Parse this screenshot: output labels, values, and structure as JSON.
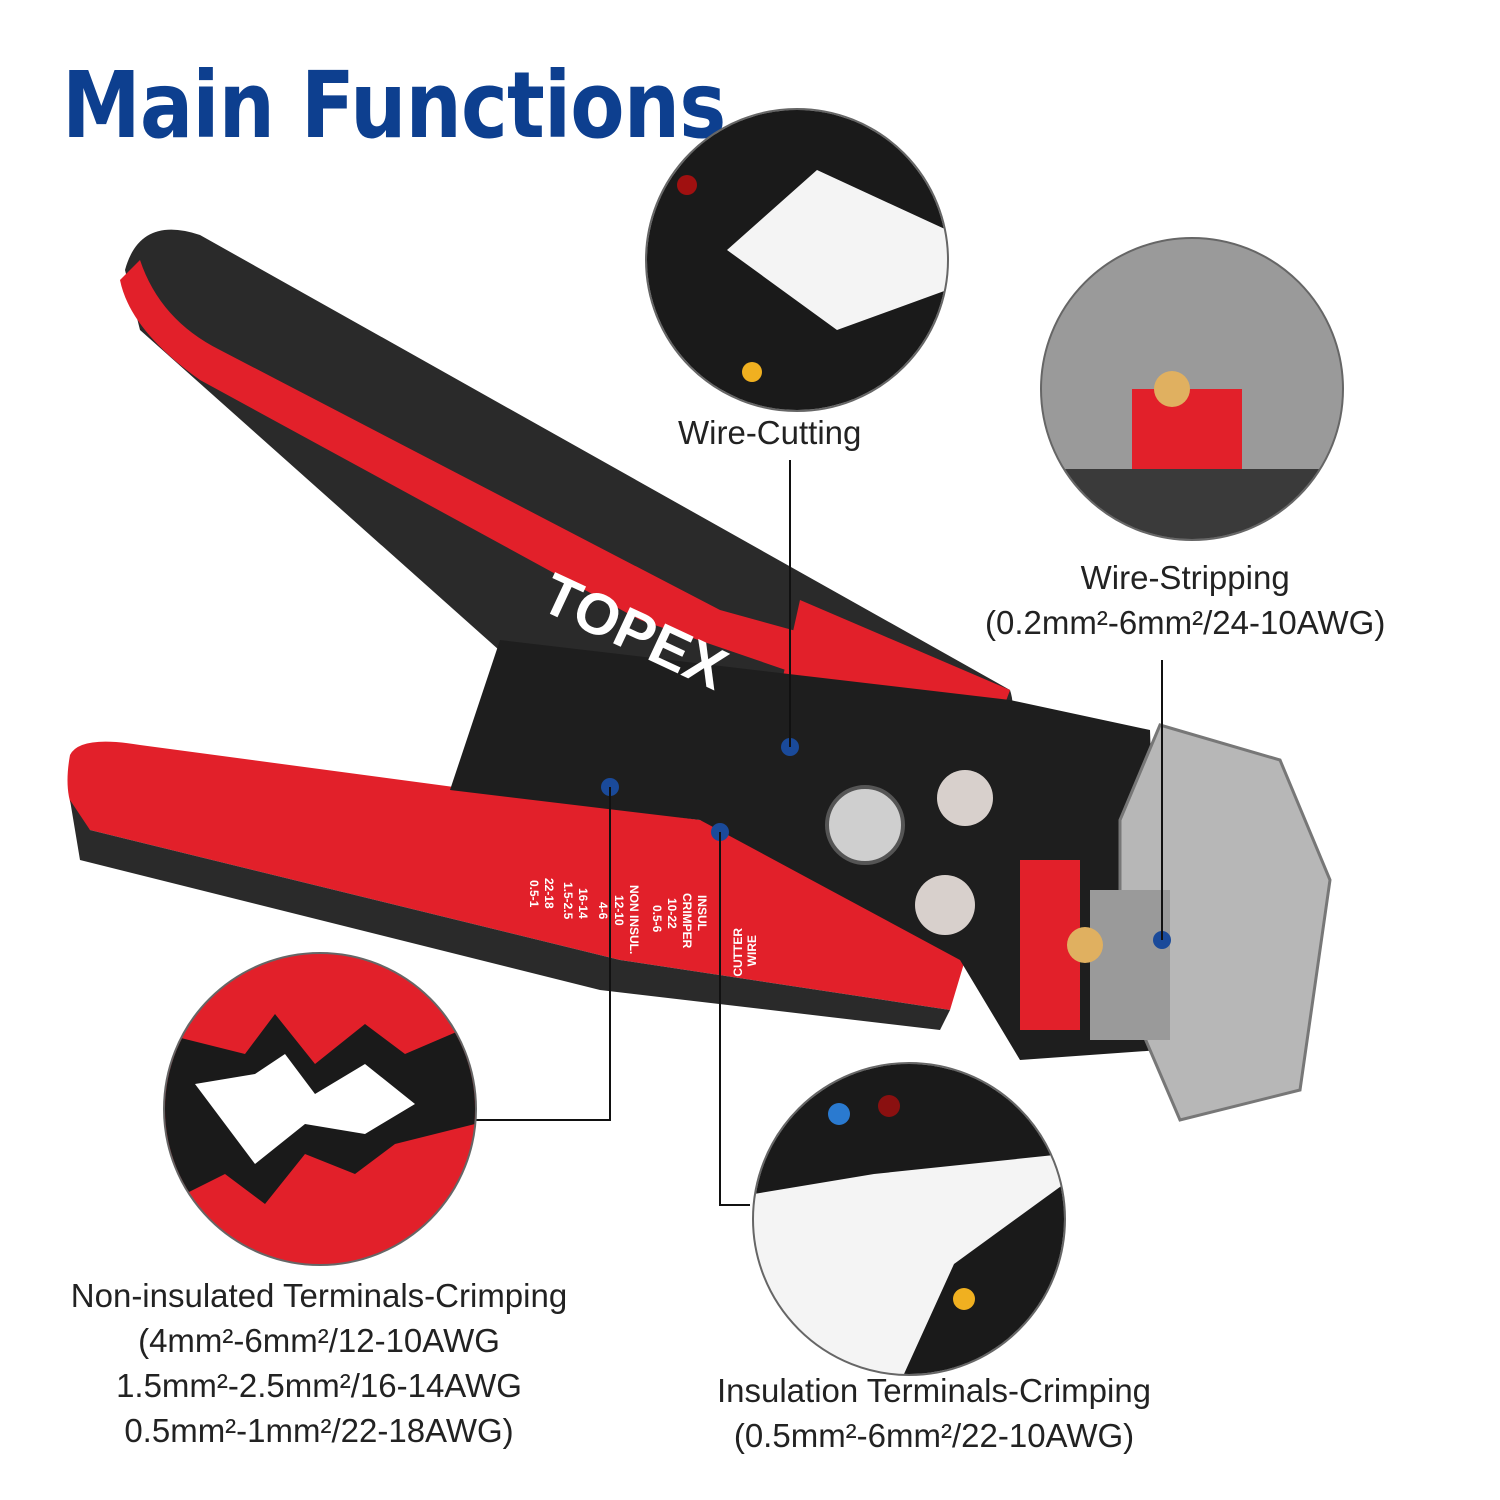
{
  "title": "Main Functions",
  "brand_logo": "TOPEX",
  "functions": [
    {
      "name": "Wire-Cutting"
    },
    {
      "name": "Wire-Stripping",
      "spec": "(0.2mm²-6mm²/24-10AWG)"
    },
    {
      "name": "Non-insulated Terminals-Crimping",
      "spec": [
        "(4mm²-6mm²/12-10AWG",
        "1.5mm²-2.5mm²/16-14AWG",
        "0.5mm²-1mm²/22-18AWG)"
      ]
    },
    {
      "name": "Insulation Terminals-Crimping",
      "spec": "(0.5mm²-6mm²/22-10AWG)"
    }
  ],
  "tool_markings": {
    "non_insul": [
      "NON INSUL.",
      "12-10",
      "4-6",
      "16-14",
      "1.5-2.5",
      "22-18",
      "0.5-1"
    ],
    "insul": [
      "INSUL",
      "CRIMPER",
      "10-22",
      "0.5-6"
    ],
    "cutter": [
      "WIRE",
      "CUTTER"
    ]
  },
  "colors": {
    "title": "#0d3f8f",
    "handle_red": "#e2202a",
    "handle_black": "#2a2a2a",
    "marker_dot": "#1a4a9a"
  }
}
